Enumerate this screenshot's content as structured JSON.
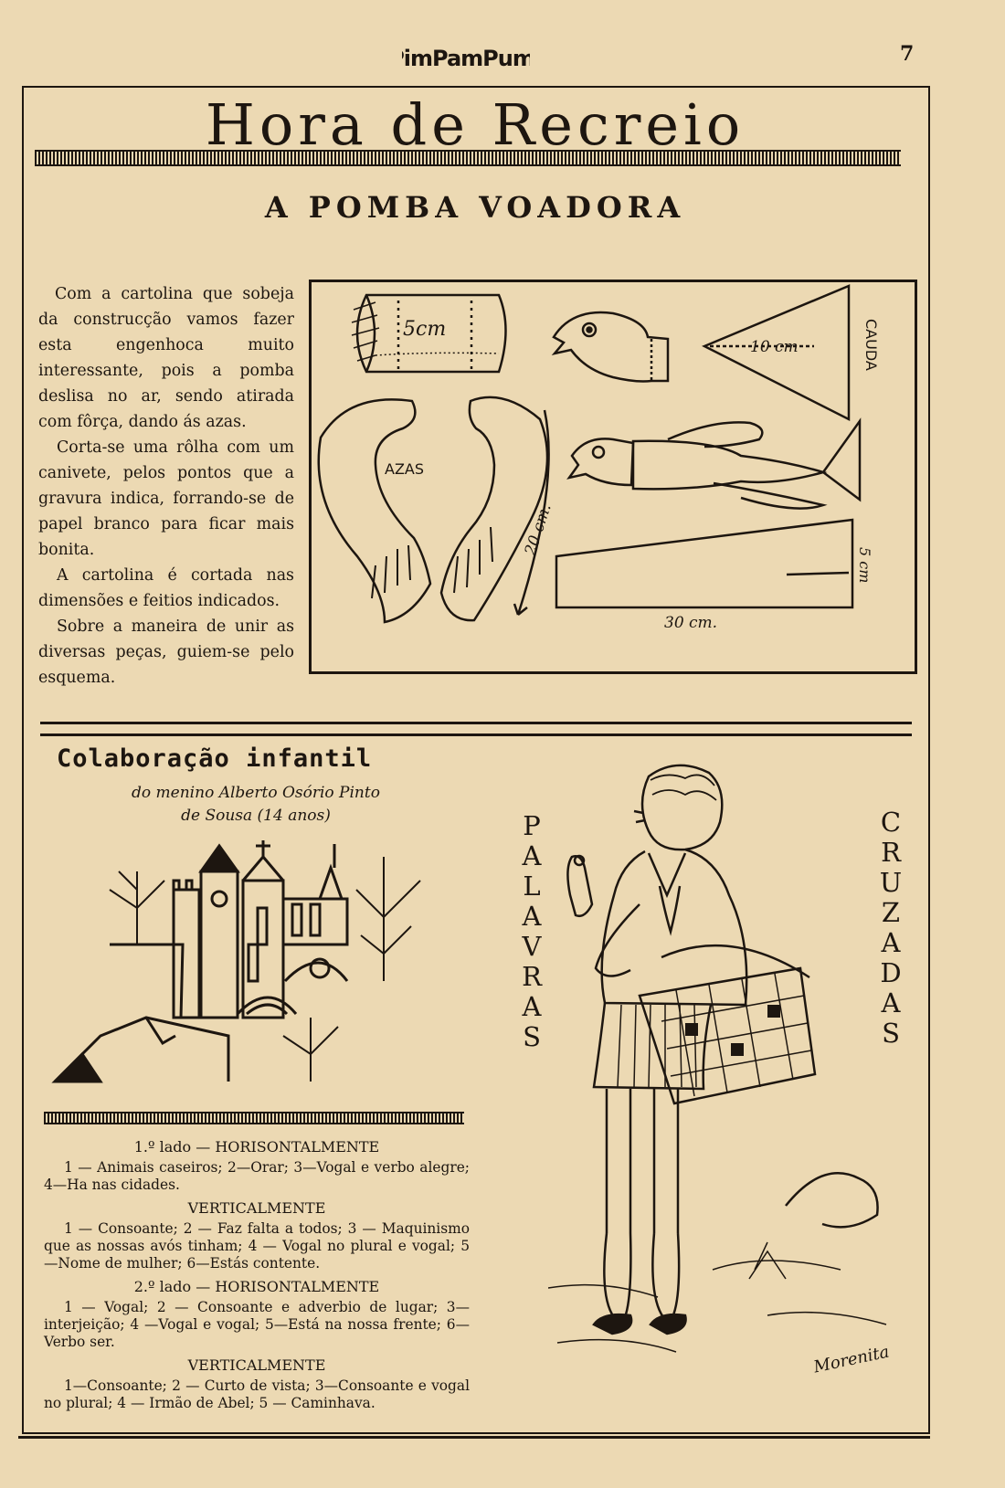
{
  "header": {
    "masthead": "PimPamPum!",
    "page_number": "7"
  },
  "main": {
    "title": "Hora de Recreio",
    "article": {
      "title": "A POMBA VOADORA",
      "paragraphs": [
        "Com a cartolina que sobeja da construcção vamos fazer esta engenhoca muito interessante, pois a pomba deslisa no ar, sendo atirada com fôrça, dando ás azas.",
        "Corta-se uma rôlha com um canivete, pelos pontos que a gravura indica, forrando-se de papel branco para ficar mais bonita.",
        "A cartolina é cortada nas dimensões e feitios indicados.",
        "Sobre a maneira de unir as diversas peças, guiem-se pelo esquema."
      ],
      "diagram_labels": {
        "cork": "5cm",
        "tail_length": "10 cm",
        "tail": "CAUDA",
        "wings": "AZAS",
        "wing_length": "20 cm.",
        "body_height": "5 cm",
        "body_length": "30 cm."
      }
    }
  },
  "colaboracao": {
    "title": "Colaboração infantil",
    "credit_line1": "do menino Alberto Osório Pinto",
    "credit_line2": "de Sousa (14 anos)"
  },
  "crossword": {
    "vertical_left": [
      "P",
      "A",
      "L",
      "A",
      "V",
      "R",
      "A",
      "S"
    ],
    "vertical_right": [
      "C",
      "R",
      "U",
      "Z",
      "A",
      "D",
      "A",
      "S"
    ],
    "sections": [
      {
        "heading": "1.º lado — HORISONTALMENTE",
        "text": "1 — Animais caseiros; 2—Orar; 3—Vogal e verbo alegre; 4—Ha nas cidades."
      },
      {
        "heading": "VERTICALMENTE",
        "text": "1 — Consoante; 2 — Faz falta a todos; 3 — Maquinismo que as nossas avós tinham; 4 — Vogal no plural e vogal; 5—Nome de mulher; 6—Estás contente."
      },
      {
        "heading": "2.º lado — HORISONTALMENTE",
        "text": "1 — Vogal; 2 — Consoante e adverbio de lugar; 3—interjeição; 4 —Vogal e vogal; 5—Está na nossa frente; 6—Verbo ser."
      },
      {
        "heading": "VERTICALMENTE",
        "text": "1—Consoante; 2 — Curto de vista; 3—Consoante e vogal no plural; 4 — Irmão de Abel; 5 — Caminhava."
      }
    ],
    "illustrator_signature": "Morenita"
  },
  "colors": {
    "paper": "#ecd9b3",
    "ink": "#1d1610"
  }
}
